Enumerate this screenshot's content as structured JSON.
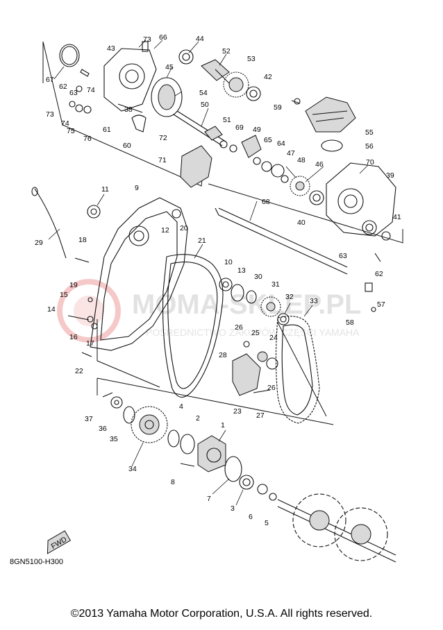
{
  "diagram": {
    "drawing_code": "8GN5100-H300",
    "copyright": "©2013 Yamaha Motor Corporation, U.S.A. All rights reserved.",
    "watermark": {
      "line1": "MOMA-SKLEP.PL",
      "line2": "POŚREDNICTWO ZAKUPÓW CZĘŚCI YAMAHA"
    },
    "front_arrow_label": "FWD",
    "callouts": [
      "73",
      "66",
      "44",
      "43",
      "67",
      "62",
      "63",
      "74",
      "73",
      "74",
      "75",
      "76",
      "45",
      "38",
      "61",
      "60",
      "52",
      "53",
      "42",
      "54",
      "50",
      "72",
      "51",
      "69",
      "49",
      "59",
      "55",
      "56",
      "65",
      "64",
      "47",
      "48",
      "46",
      "71",
      "70",
      "39",
      "11",
      "9",
      "12",
      "20",
      "29",
      "18",
      "68",
      "40",
      "41",
      "21",
      "10",
      "13",
      "30",
      "31",
      "19",
      "15",
      "14",
      "16",
      "17",
      "22",
      "26",
      "25",
      "24",
      "32",
      "33",
      "57",
      "58",
      "63",
      "62",
      "28",
      "23",
      "27",
      "26",
      "37",
      "36",
      "35",
      "34",
      "4",
      "2",
      "1",
      "8",
      "7",
      "3",
      "6",
      "5"
    ]
  }
}
